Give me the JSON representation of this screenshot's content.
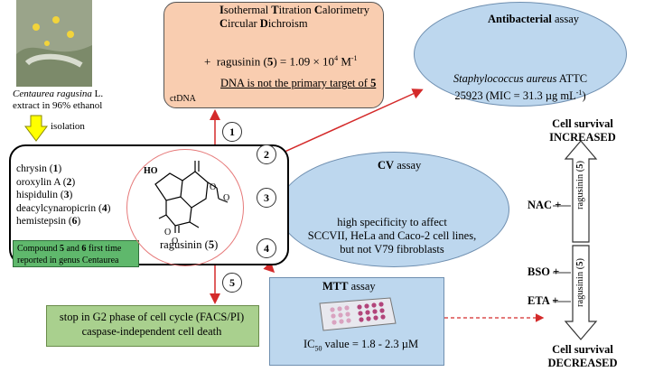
{
  "plant": {
    "name_italic": "Centaurea ragusina",
    "name_suffix": " L.",
    "extract": "extract in 96% ethanol",
    "isolation": "isolation"
  },
  "compounds": [
    {
      "name": "chrysin",
      "num": "1"
    },
    {
      "name": "oroxylin A",
      "num": "2"
    },
    {
      "name": "hispidulin",
      "num": "3"
    },
    {
      "name": "deacylcynaropicrin",
      "num": "4"
    },
    {
      "name": "hemistepsin",
      "num": "6"
    }
  ],
  "note": {
    "pre": "Compound ",
    "a": "5",
    "mid": " and ",
    "b": "6",
    "post": " first time",
    "line2": "reported in genus Centaurea"
  },
  "molecule": {
    "label": "ragusinin (",
    "num": "5",
    "close": ")",
    "ho": "HO",
    "o1": "O",
    "o2": "O",
    "o3": "O",
    "o4": "O"
  },
  "itc": {
    "i": "I",
    "sothermal": "sothermal ",
    "t": "T",
    "itration": "itration ",
    "c": "C",
    "alorimetry": "alorimetry",
    "c2": "C",
    "ircular": "ircular ",
    "d": "D",
    "ichroism": "ichroism",
    "plus": "+",
    "binding_pre": "ragusinin (",
    "binding_num": "5",
    "binding_post": ") = 1.09 × 10",
    "binding_exp": "4",
    "binding_unit": " M",
    "binding_unit_exp": "-1",
    "conclusion_pre": "DNA is not the primary target of ",
    "conclusion_num": "5",
    "ctdna": "ctDNA"
  },
  "antibacterial": {
    "title_bold": "Antibacterial",
    "title_rest": " assay",
    "organism": "Staphylococcus aureus",
    "strain": " ATTC",
    "mic_pre": "25923 (MIC = 31.3 µg mL",
    "mic_exp": "-1",
    "mic_post": ")"
  },
  "cv": {
    "title_bold": "CV",
    "title_rest": " assay",
    "line1": "high specificity to affect",
    "line2": "SCCVII, HeLa and Caco-2 cell lines,",
    "line3": "but not V79 fibroblasts"
  },
  "mtt": {
    "title_bold": "MTT",
    "title_rest": " assay",
    "ic_pre": "IC",
    "ic_sub": "50",
    "ic_post": " value = 1.8 - 2.3 µM"
  },
  "g2": {
    "line1": "stop in G2 phase of cell cycle (FACS/PI)",
    "line2": "caspase-independent cell death"
  },
  "steps": [
    "1",
    "2",
    "3",
    "4",
    "5"
  ],
  "survival": {
    "increased_1": "Cell survival",
    "increased_2": "INCREASED",
    "decreased_1": "Cell survival",
    "decreased_2": "DECREASED",
    "nac": "NAC +",
    "bso": "BSO +",
    "eta": "ETA +",
    "arrow_label_up_pre": "ragusinin (",
    "arrow_label_up_num": "5",
    "arrow_label_up_post": ")",
    "arrow_label_down_pre": "ragusinin (",
    "arrow_label_down_num": "5",
    "arrow_label_down_post": ")"
  },
  "colors": {
    "arrow_red": "#d42a2a",
    "itc_box": "#f9cdb0",
    "assay_blue": "#bdd7ee",
    "g2_green": "#a9d08e",
    "note_green": "#5fb86c",
    "yellow_arrow": "#ffff00"
  }
}
